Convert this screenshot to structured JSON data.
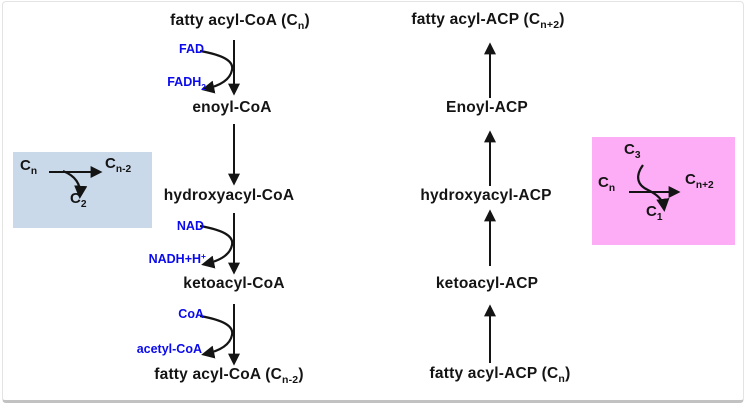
{
  "diagram": {
    "left_pathway": {
      "top_node": {
        "pre": "fatty acyl-CoA (C",
        "sub": "n",
        "post": ")"
      },
      "node_enoyl": "enoyl-CoA",
      "node_hydroxyacyl": "hydroxyacyl-CoA",
      "node_ketoacyl": "ketoacyl-CoA",
      "bottom_node": {
        "pre": "fatty acyl-CoA (C",
        "sub": "n-2",
        "post": ")"
      },
      "cofactor_fad": "FAD",
      "cofactor_fadh2": {
        "text": "FADH",
        "sub": "2"
      },
      "cofactor_nad": "NAD",
      "cofactor_nadh": {
        "text": "NADH+H",
        "sup": "+"
      },
      "cofactor_coa": "CoA",
      "cofactor_acetyl_coa": "acetyl-CoA",
      "summary_box": {
        "substrate": {
          "text": "C",
          "sub": "n"
        },
        "product": {
          "text": "C",
          "sub": "n-2"
        },
        "released": {
          "text": "C",
          "sub": "2"
        }
      }
    },
    "right_pathway": {
      "top_node": {
        "pre": "fatty acyl-ACP (C",
        "sub": "n+2",
        "post": ")"
      },
      "node_enoyl": "Enoyl-ACP",
      "node_hydroxyacyl": "hydroxyacyl-ACP",
      "node_ketoacyl": "ketoacyl-ACP",
      "bottom_node": {
        "pre": "fatty acyl-ACP (C",
        "sub": "n",
        "post": ")"
      },
      "summary_box": {
        "added": {
          "text": "C",
          "sub": "3"
        },
        "substrate": {
          "text": "C",
          "sub": "n"
        },
        "product": {
          "text": "C",
          "sub": "n+2"
        },
        "released": {
          "text": "C",
          "sub": "1"
        }
      }
    },
    "colors": {
      "blue_label": "#0a0aec",
      "black_label": "#141414",
      "beta_oxidation_box_bg": "#cad9ea",
      "synthesis_box_bg": "#fdacf6",
      "card_border": "#e3e3e3"
    }
  }
}
